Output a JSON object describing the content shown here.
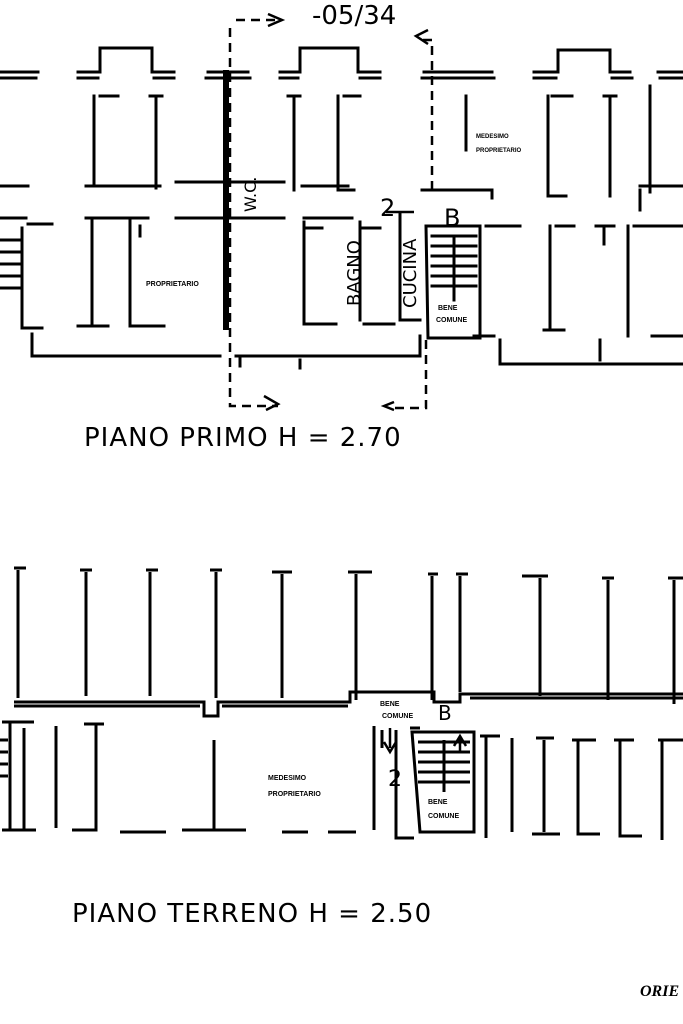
{
  "sheet_number": "-05/34",
  "upper_floor": {
    "title": "PIANO   PRIMO   H = 2.70",
    "rooms": {
      "wc": "W.C.",
      "bagno": "BAGNO",
      "cucina": "CUCINA",
      "bene_comune": [
        "BENE",
        "COMUNE"
      ],
      "proprietario": "PROPRIETARIO",
      "stesso_proprietario": [
        "MEDESIMO",
        "PROPRIETARIO"
      ]
    },
    "markers": {
      "number": "2",
      "letter": "B"
    }
  },
  "ground_floor": {
    "title": "PIANO   TERRENO   H = 2.50",
    "rooms": {
      "medesimo_proprietario": [
        "MEDESIMO",
        "PROPRIETARIO"
      ],
      "bene_comune_top": [
        "BENE",
        "COMUNE"
      ],
      "bene_comune_stair": [
        "BENE",
        "COMUNE"
      ]
    },
    "markers": {
      "number": "2",
      "letter": "B"
    }
  },
  "corner_label": "ORIE"
}
